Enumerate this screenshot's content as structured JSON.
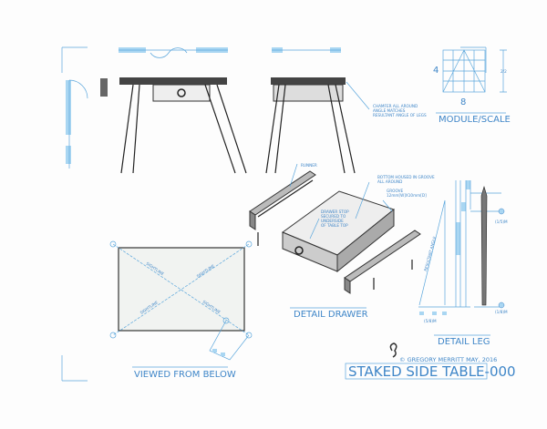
{
  "labels": {
    "runner": "RUNNER",
    "bottom_housed": [
      "BOTTOM HOUSED IN GROOVE",
      "ALL AROUND"
    ],
    "groove": [
      "GROOVE",
      "12mm[W]X10mm[D]"
    ],
    "drawer_stop": [
      "DRAWER STOP",
      "SECURED TO",
      "UNDERSIDE",
      "OF TABLE TOP"
    ],
    "chamfer": [
      "CHAMFER ALL AROUND",
      "ANGLE MATCHES",
      "RESULTANT ANGLE OF LEGS"
    ],
    "resultant_angle": "RESULTANT ANGLE",
    "leg_top_dim": "(1/5)M",
    "leg_bottom_dim": "(1/8)M",
    "leg_width_dim": "(5/8)M",
    "sightline": "SIGHTLINE"
  },
  "module": {
    "height_label": "4",
    "width_label": "8",
    "dim_label": "2/2",
    "title": "MODULE/SCALE"
  },
  "captions": {
    "detail_drawer": "DETAIL DRAWER",
    "detail_leg": "DETAIL LEG",
    "viewed_from_below": "VIEWED FROM BELOW"
  },
  "title_block": {
    "credit": "© GREGORY MERRITT  MAY, 2016",
    "title": "STAKED SIDE TABLE-000"
  },
  "colors": {
    "ink": "#222222",
    "blueprint": "#3f86c8",
    "fill": "#a9d6f2"
  }
}
